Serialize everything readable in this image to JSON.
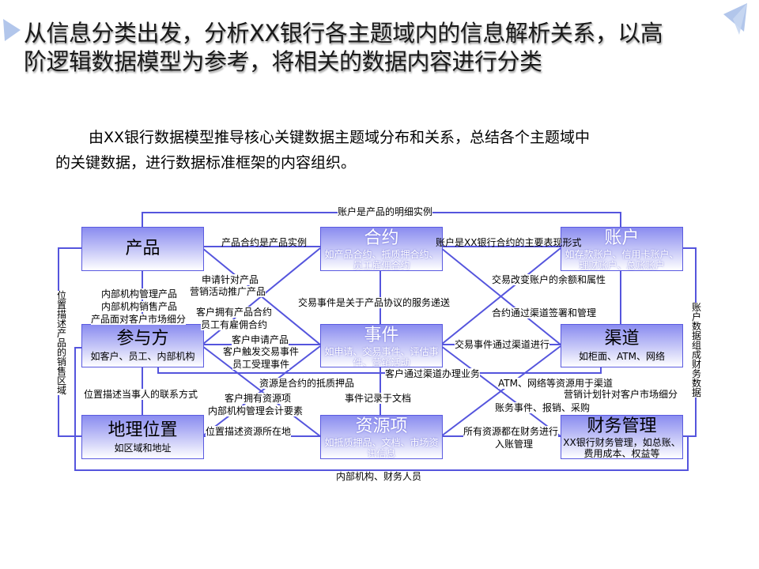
{
  "slide": {
    "title_line1": "从信息分类出发，分析XX银行各主题域内的信息解析关系，以高",
    "title_line2": "阶逻辑数据模型为参考，将相关的数据内容进行分类",
    "intro_line1": "由XX银行数据模型推导核心关键数据主题域分布和关系，总结各个主题域中",
    "intro_line2": "的关键数据，进行数据标准框架的内容组织。"
  },
  "boxes": {
    "product": {
      "title": "产品",
      "sub": ""
    },
    "contract": {
      "title": "合约",
      "sub": "如产品合约、抵质押合约、员工雇佣合约"
    },
    "account": {
      "title": "账户",
      "sub": "如存款账户、信用卡账户、理财账户、总账账户"
    },
    "party": {
      "title": "参与方",
      "sub": "如客户、员工、内部机构"
    },
    "event": {
      "title": "事件",
      "sub": "如申请、交易事件、评估事件、营销活动"
    },
    "channel": {
      "title": "渠道",
      "sub": "如柜面、ATM、网络"
    },
    "location": {
      "title": "地理位置",
      "sub": "如区域和地址"
    },
    "resource": {
      "title": "资源项",
      "sub": "如抵质押品、文档、市场资讯信息"
    },
    "finance": {
      "title": "财务管理",
      "sub": "XX银行财务管理，如总账、费用成本、权益等"
    }
  },
  "labels": {
    "top_loop": "账户是产品的明细实例",
    "product_contract": "产品合约是产品实例",
    "contract_account": "账户是XX银行合约的主要表现形式",
    "apply_promo_1": "申请针对产品",
    "apply_promo_2": "营销活动推广产品",
    "org_product_1": "内部机构管理产品",
    "org_product_2": "内部机构销售产品",
    "org_product_3": "产品面对客户市场细分",
    "party_contract_1": "客户拥有产品合约",
    "party_contract_2": "员工有雇佣合约",
    "event_contract": "交易事件是关于产品协议的服务递送",
    "txn_balance": "交易改变账户的余额和属性",
    "contract_channel": "合约通过渠道签署和管理",
    "party_event_1": "客户申请产品",
    "party_event_2": "客户触发交易事件",
    "party_event_3": "员工受理事件",
    "event_channel": "交易事件通过渠道进行",
    "customer_channel": "客户通过渠道办理业务",
    "left_vertical": "位置描述产品的销售区域",
    "right_vertical": "账户数据组成财务数据",
    "resource_collateral": "资源是合约的抵质押品",
    "atm_network": "ATM、网络等资源用于渠道",
    "channel_marketing": "营销计划针对客户市场细分",
    "location_party": "位置描述当事人的联系方式",
    "party_resource_1": "客户拥有资源项",
    "party_resource_2": "内部机构管理会计要素",
    "event_doc": "事件记录于文档",
    "account_events": "账务事件、报销、采购",
    "location_resource": "位置描述资源所在地",
    "resource_finance_1": "所有资源都在财务进行",
    "resource_finance_2": "入账管理",
    "bottom_loop": "内部机构、财务人员"
  }
}
